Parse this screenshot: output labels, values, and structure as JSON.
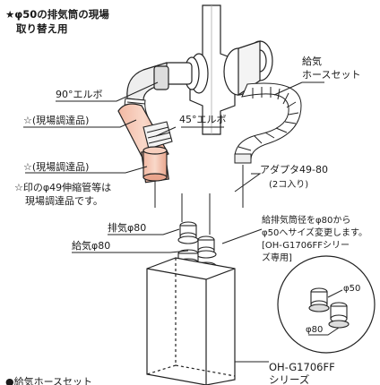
{
  "heading": {
    "line1": "★φ50の排気筒の現場",
    "line2": "取り替え用"
  },
  "labels": {
    "elbow90": "90°エルボ",
    "local1": "☆(現場調達品)",
    "elbow45": "45°エルボ",
    "local2": "☆(現場調達品)",
    "note1": "☆印のφ49伸縮管等は",
    "note2": "現場調達品です。",
    "supply_hose1": "給気",
    "supply_hose2": "ホースセット",
    "adapter1": "アダプタ49-80",
    "adapter2": "(2コ入り)",
    "exhaust80": "排気φ80",
    "supply80": "給気φ80",
    "resize1": "給排気筒径をφ80から",
    "resize2": "φ50へサイズ変更します。",
    "resize3": "[OH-G1706FFシリー",
    "resize4": "ズ専用]",
    "phi50": "φ50",
    "phi80": "φ80",
    "model1": "OH-G1706FF",
    "model2": "シリーズ",
    "bottom_cut": "●給気ホースセット"
  }
}
